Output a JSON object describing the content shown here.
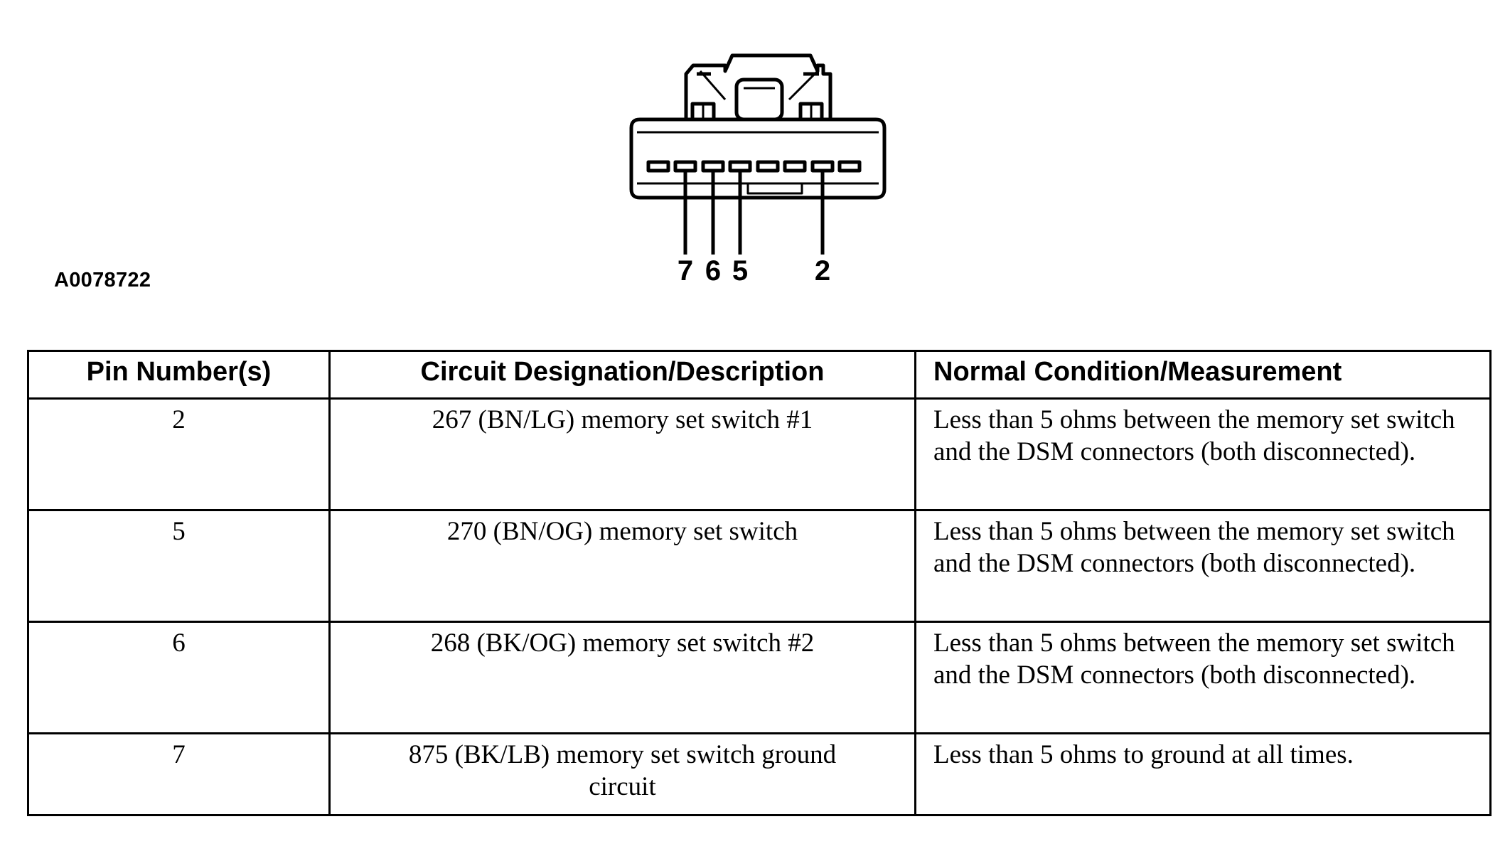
{
  "figure": {
    "id": "A0078722",
    "pin_labels": [
      "7",
      "6",
      "5",
      "2"
    ]
  },
  "table": {
    "headers": [
      "Pin Number(s)",
      "Circuit Designation/Description",
      "Normal Condition/Measurement"
    ],
    "rows": [
      {
        "pin": "2",
        "description": "267 (BN/LG) memory set switch #1",
        "measurement": "Less than 5 ohms between the memory set switch and the DSM connectors (both disconnected)."
      },
      {
        "pin": "5",
        "description": "270 (BN/OG) memory set switch",
        "measurement": "Less than 5 ohms between the memory set switch and the DSM connectors (both disconnected)."
      },
      {
        "pin": "6",
        "description": "268 (BK/OG) memory set switch #2",
        "measurement": "Less than 5 ohms between the memory set switch and the DSM connectors (both disconnected)."
      },
      {
        "pin": "7",
        "description": "875 (BK/LB) memory set switch ground circuit",
        "measurement": "Less than 5 ohms to ground at all times."
      }
    ]
  }
}
